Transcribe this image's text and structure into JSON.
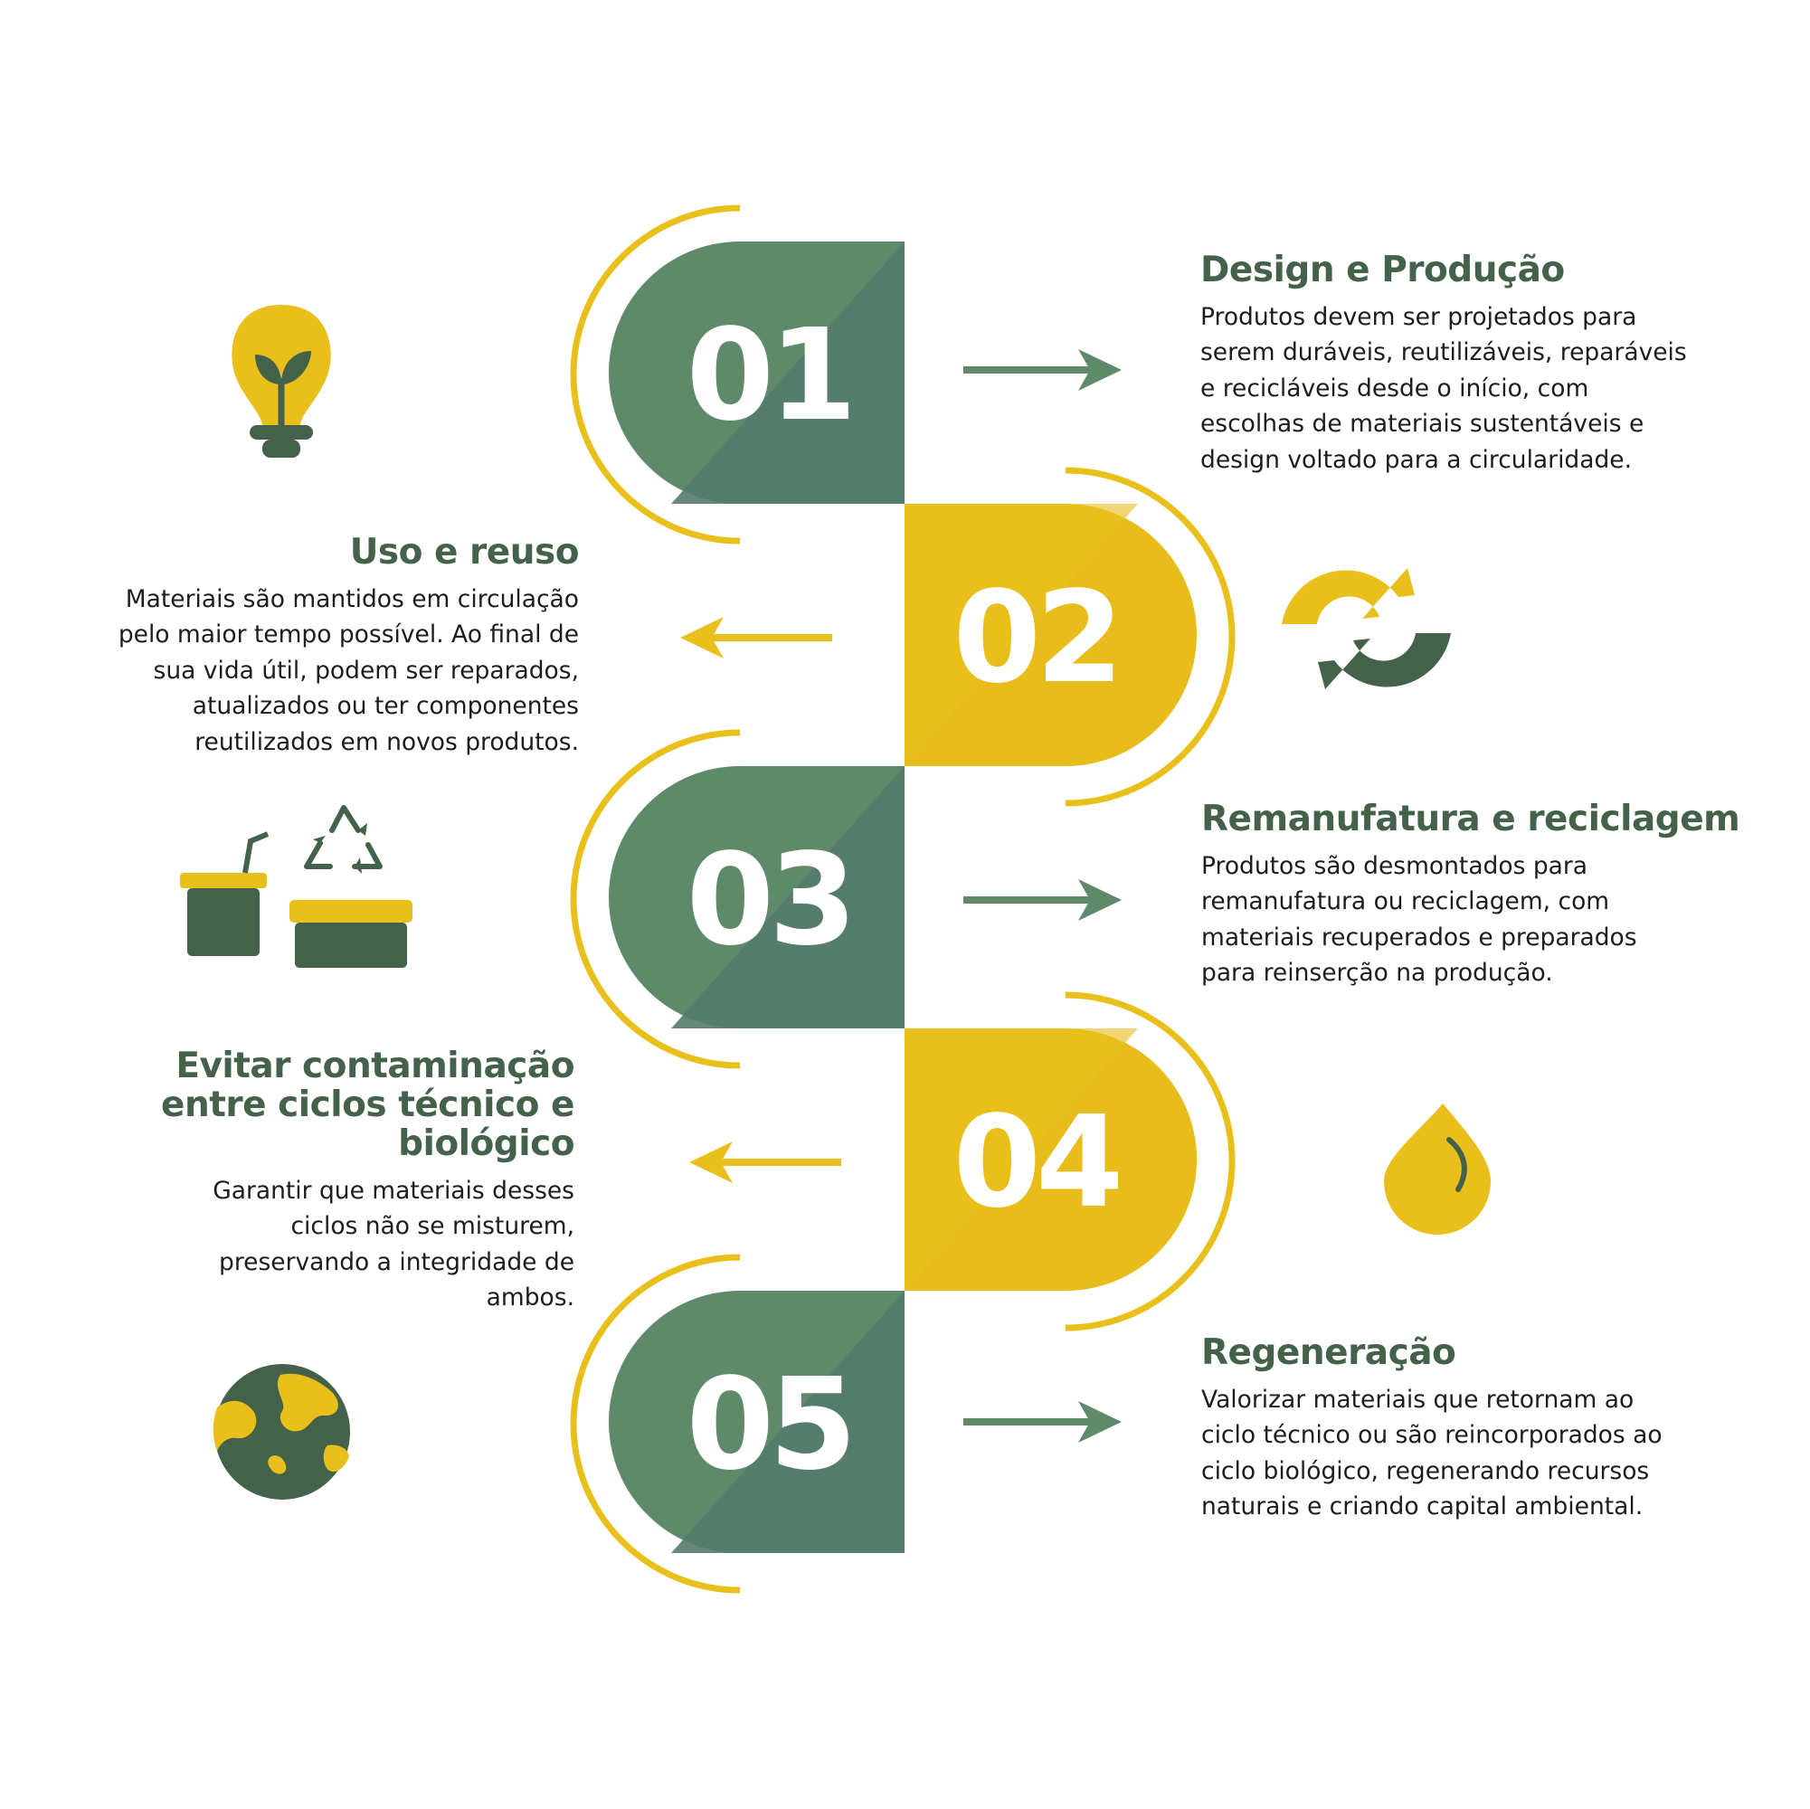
{
  "colors": {
    "green": "#5e8a6a",
    "green_dark": "#547b6b",
    "green_title": "#44614a",
    "icon_green": "#44614a",
    "yellow": "#e9c01b",
    "yellow_dark": "#e8b91c"
  },
  "steps": [
    {
      "number": "01",
      "title": "Design e Produção",
      "body": "Produtos devem ser projetados para serem duráveis, reutilizáveis, reparáveis e recicláveis desde o início, com escolhas de materiais sustentáveis e design voltado para a circularidade.",
      "icon": "lightbulb-sprout-icon"
    },
    {
      "number": "02",
      "title": "Uso e reuso",
      "body": "Materiais são mantidos em circulação pelo maior tempo possível. Ao final de sua vida útil, podem ser reparados, atualizados ou ter componentes reutilizados em novos produtos.",
      "icon": "refresh-arrows-icon"
    },
    {
      "number": "03",
      "title": "Remanufatura e reciclagem",
      "body": "Produtos são desmontados para remanufatura ou reciclagem, com materiais recuperados e preparados para reinserção na produção.",
      "icon": "recycle-containers-icon"
    },
    {
      "number": "04",
      "title": "Evitar contaminação entre ciclos técnico e biológico",
      "body": "Garantir que materiais desses ciclos não se misturem, preservando a integridade de ambos.",
      "icon": "water-drop-icon"
    },
    {
      "number": "05",
      "title": "Regeneração",
      "body": "Valorizar materiais que retornam ao ciclo técnico ou são reincorporados ao ciclo biológico, regenerando recursos naturais e criando capital ambiental.",
      "icon": "globe-icon"
    }
  ]
}
